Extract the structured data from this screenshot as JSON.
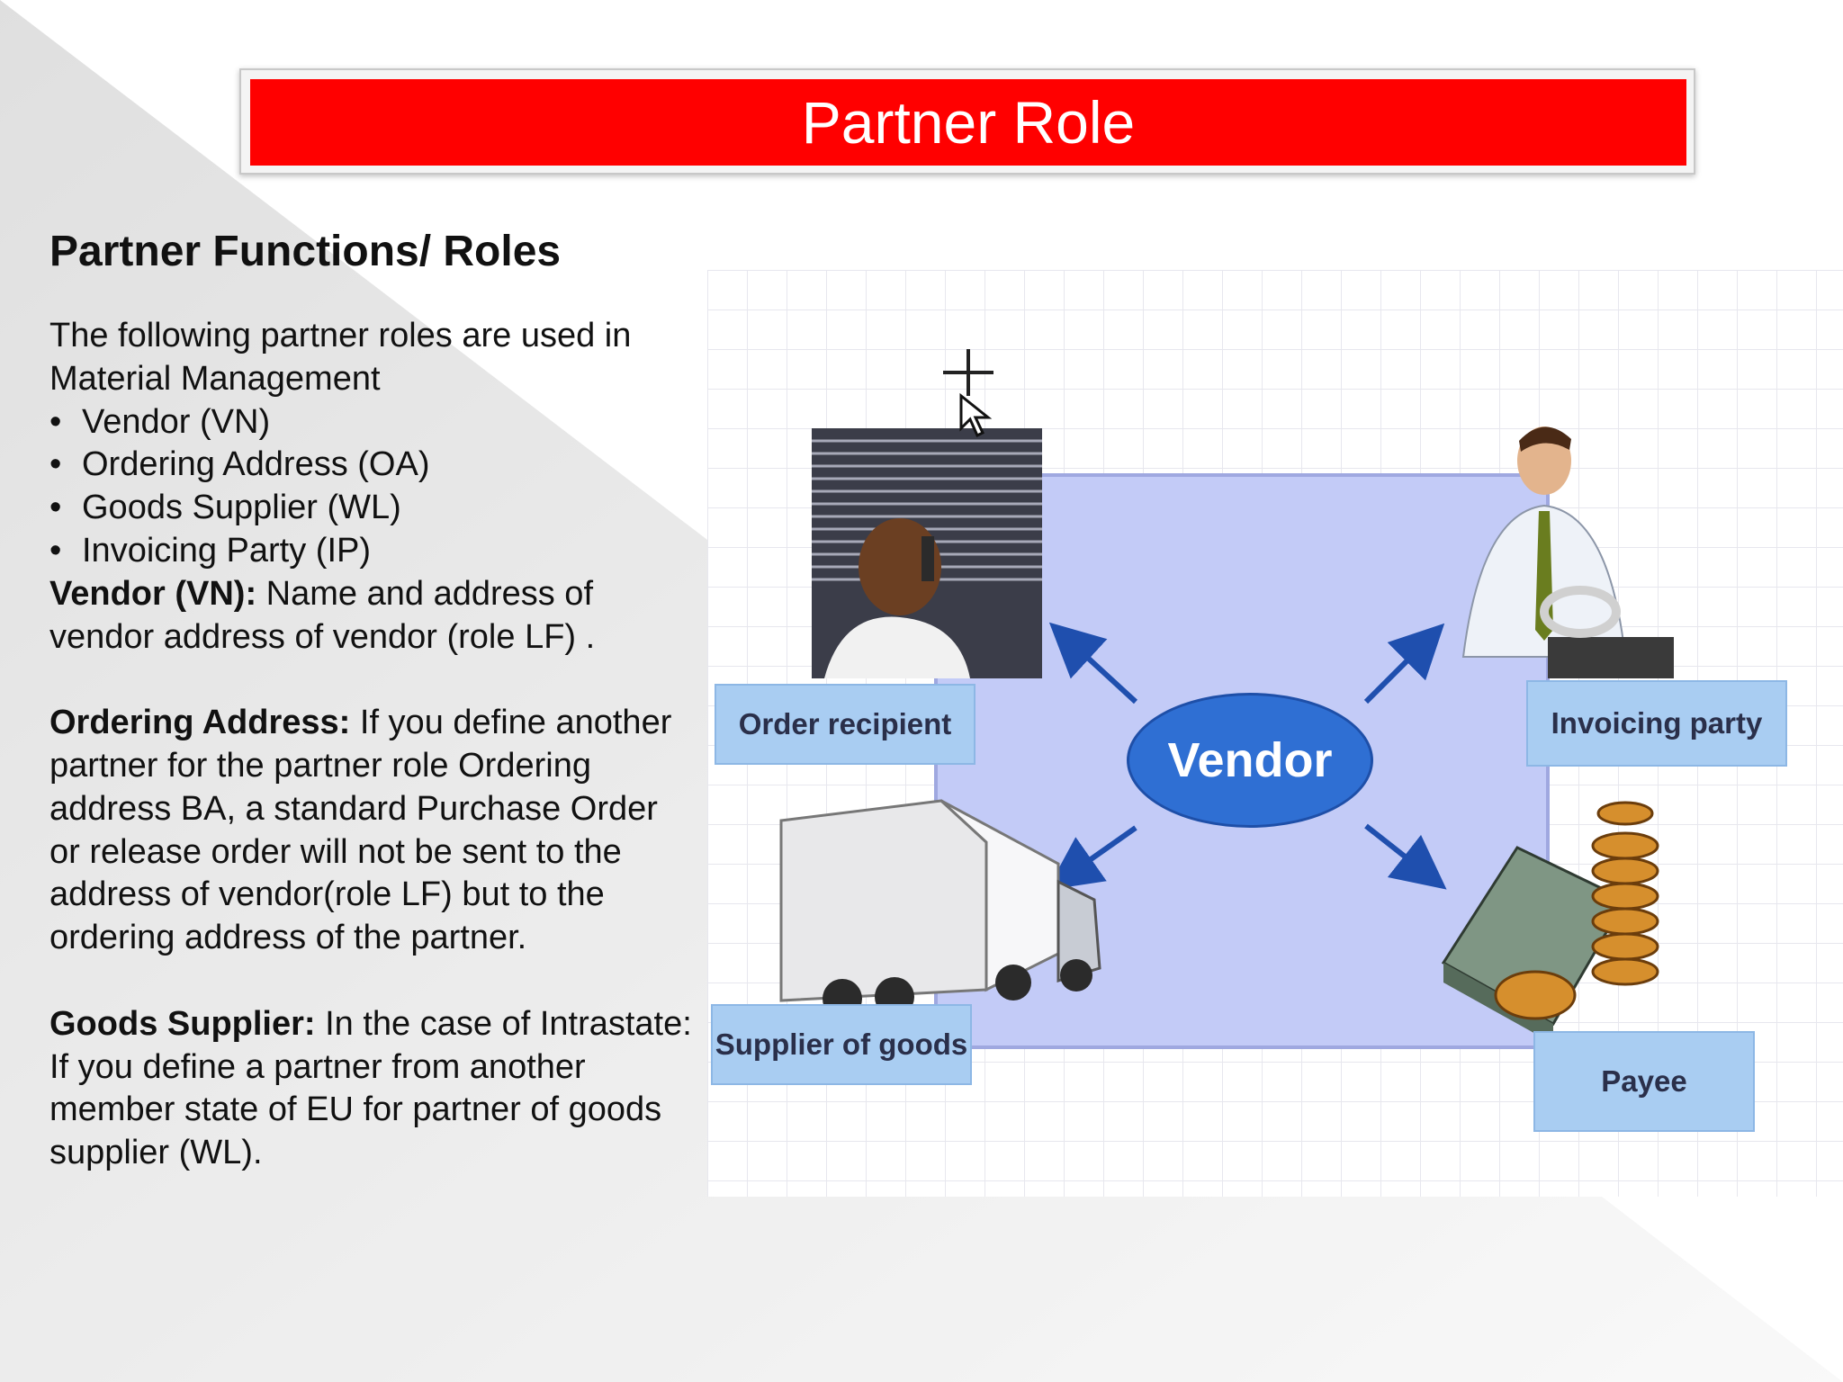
{
  "slide": {
    "title": "Partner Role"
  },
  "content": {
    "heading": "Partner Functions/ Roles",
    "intro": "The following partner roles are used in Material Management",
    "bullets": [
      "Vendor (VN)",
      "Ordering Address (OA)",
      "Goods Supplier (WL)",
      "Invoicing Party  (IP)"
    ],
    "vendor_term": "Vendor (VN):",
    "vendor_def": " Name and address of vendor address of vendor (role LF) .",
    "ordering_term": "Ordering Address:",
    "ordering_def": " If you define another partner for the partner role Ordering address BA, a standard Purchase Order or release order will not be sent to the address of vendor(role LF) but to the  ordering address of the partner.",
    "goods_term": "Goods Supplier:",
    "goods_def": " In the case of Intrastate:",
    "goods_def2": "If you define a partner from another member state of EU for partner of goods supplier (WL)."
  },
  "diagram": {
    "center": "Vendor",
    "roles": {
      "order_recipient": "Order recipient",
      "invoicing_party": "Invoicing party",
      "supplier_of_goods": "Supplier of goods",
      "payee": "Payee"
    }
  },
  "colors": {
    "title_bar": "#ff0000",
    "title_text": "#ffffff",
    "vendor_area": "#c3cbf7",
    "role_box": "#a9cdf2",
    "vendor_ellipse": "#2f6fd3",
    "arrow": "#1f4fae"
  },
  "icons": {
    "cursor": "move-cursor-icon",
    "order_recipient": "person-phone-icon",
    "invoicing_party": "businessman-calculator-icon",
    "supplier_of_goods": "truck-icon",
    "payee": "money-coins-icon"
  }
}
